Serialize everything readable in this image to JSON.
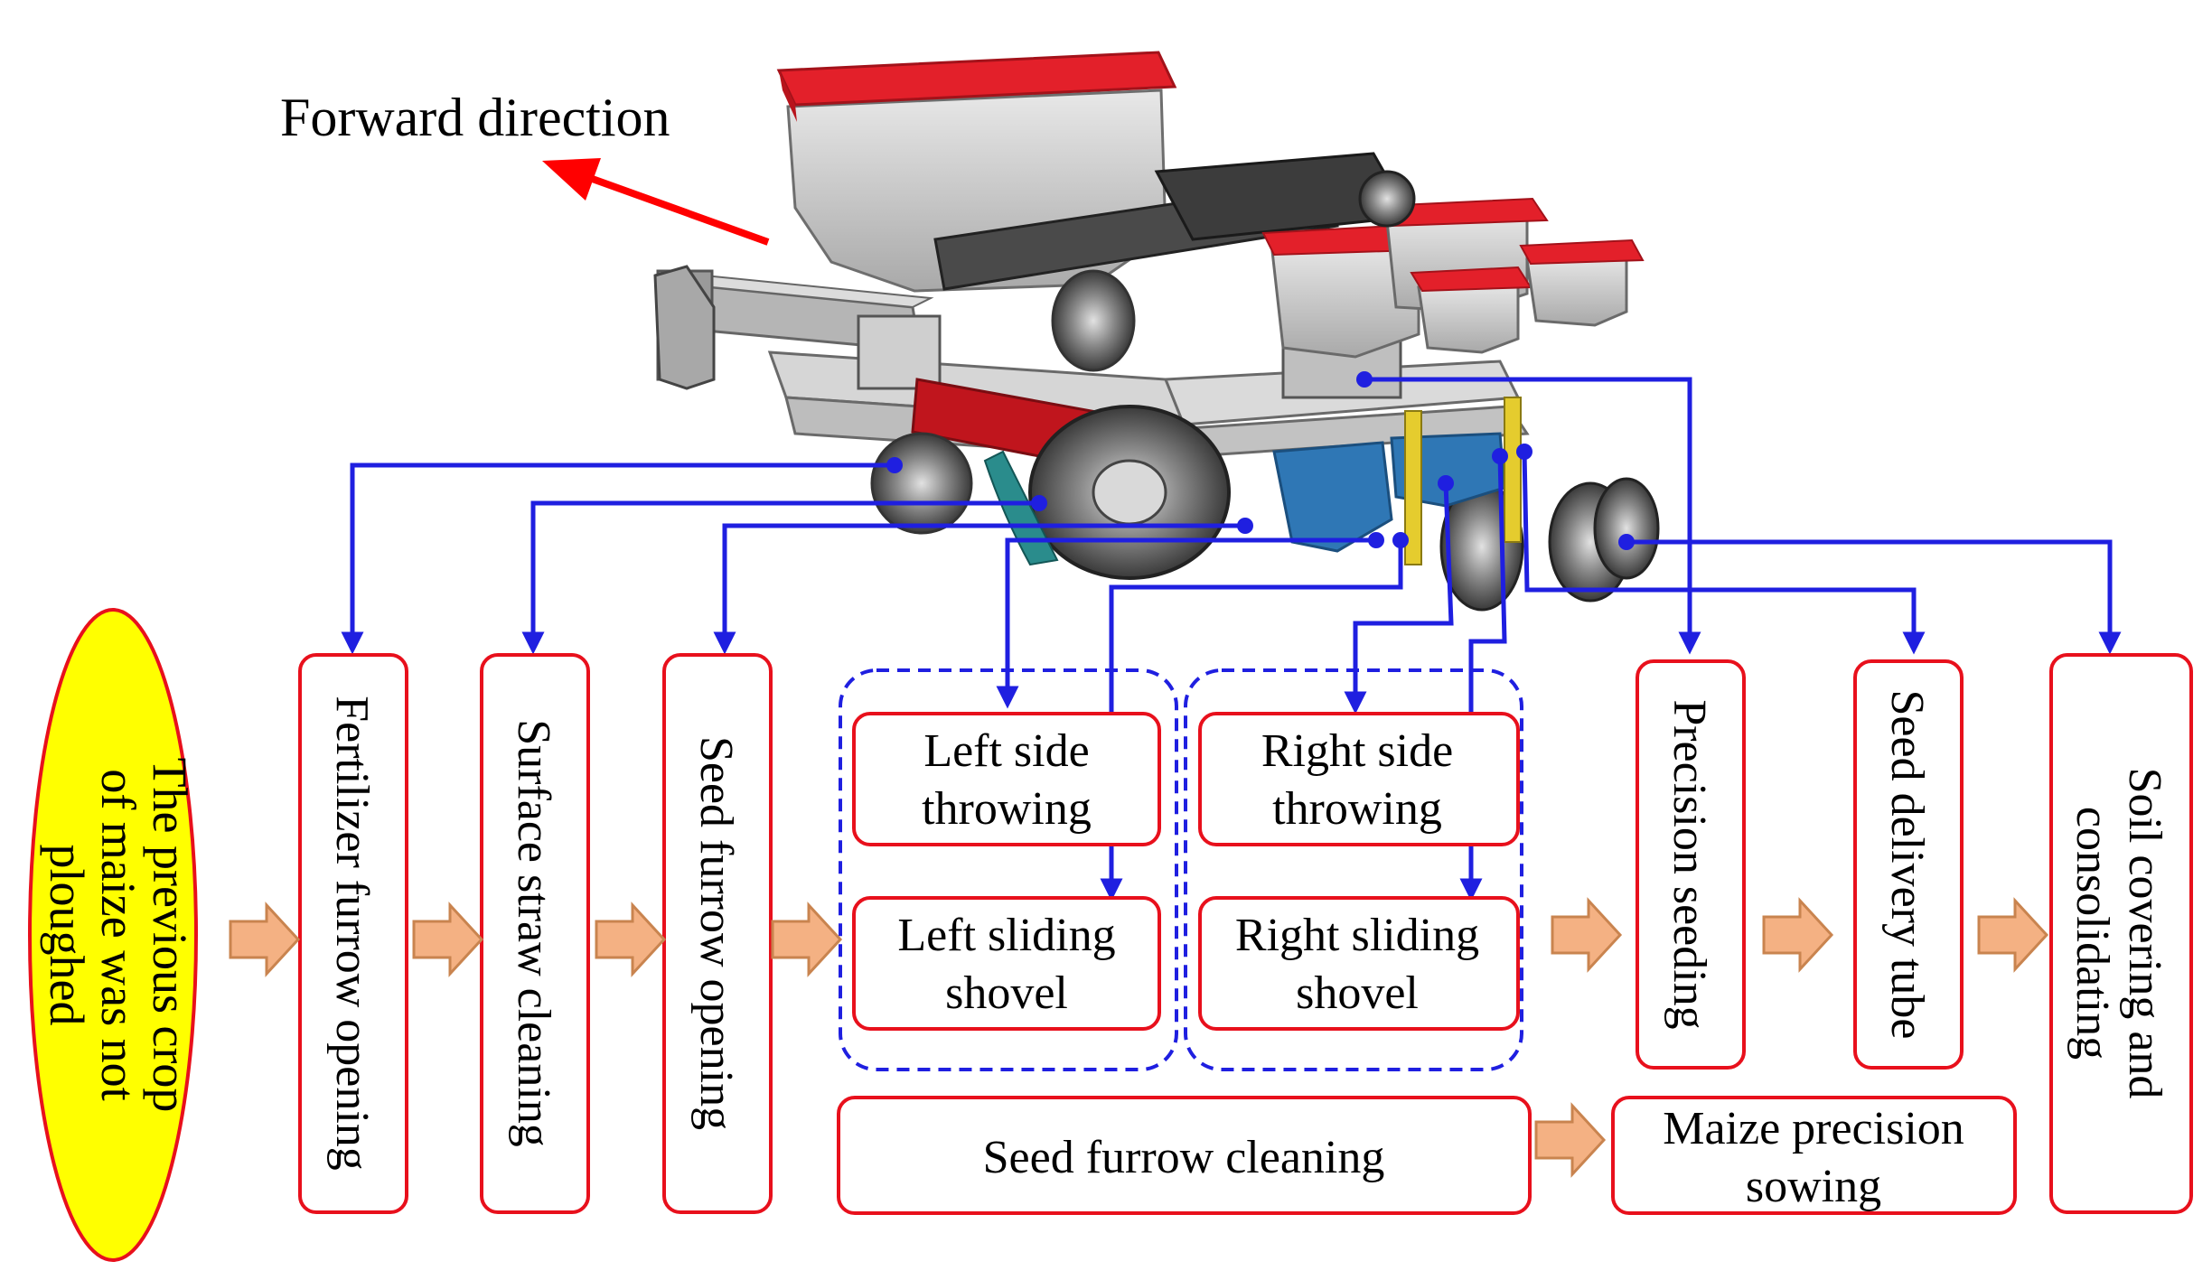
{
  "forward_label": "Forward direction",
  "start": {
    "lines": [
      "The previous crop",
      "of maize was not",
      "ploughed"
    ]
  },
  "vertical_steps": {
    "fertilizer": "Fertilizer furrow opening",
    "straw": "Surface straw cleaning",
    "seed_furrow": "Seed furrow opening",
    "precision": "Precision seeding",
    "delivery": "Seed delivery tube",
    "soil": [
      "Soil covering and",
      "consolidating"
    ]
  },
  "left_group": {
    "throwing": [
      "Left side",
      "throwing"
    ],
    "shovel": [
      "Left sliding",
      "shovel"
    ]
  },
  "right_group": {
    "throwing": [
      "Right side",
      "throwing"
    ],
    "shovel": [
      "Right sliding",
      "shovel"
    ]
  },
  "seed_furrow_cleaning": "Seed furrow cleaning",
  "maize_sowing": [
    "Maize precision",
    "sowing"
  ],
  "colors": {
    "box_stroke": "#e8101c",
    "connector": "#1f1fe0",
    "arrow_fill": "#f4b183",
    "arrow_stroke": "#c9844f",
    "oval_fill": "#ffff00",
    "forward_arrow": "#ff0000",
    "hopper_top": "#e3202a",
    "machine_body": "#cfcfcf",
    "blue_parts": "#2f77b5"
  }
}
